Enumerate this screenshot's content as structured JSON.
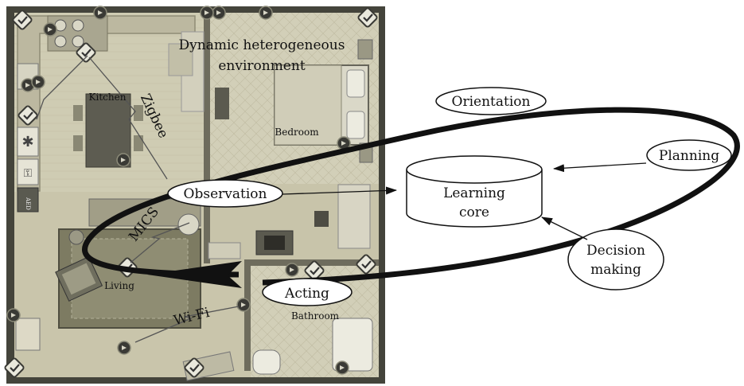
{
  "floorplan": {
    "environment_title_line1": "Dynamic heterogeneous",
    "environment_title_line2": "environment",
    "rooms": {
      "kitchen": "Kitchen",
      "bedroom": "Bedroom",
      "living": "Living",
      "bathroom": "Bathroom"
    },
    "links": {
      "zigbee": "Zigbee",
      "mics": "MICS",
      "wifi": "Wi-Fi"
    },
    "side_panel_label": "AED"
  },
  "loop": {
    "orientation": "Orientation",
    "planning": "Planning",
    "observation": "Observation",
    "acting": "Acting",
    "decision_line1": "Decision",
    "decision_line2": "making",
    "core_line1": "Learning",
    "core_line2": "core"
  },
  "colors": {
    "floor": "#c9c5ab",
    "wall": "#4a4a40",
    "rug": "#7d7b62",
    "ink": "#111111"
  }
}
